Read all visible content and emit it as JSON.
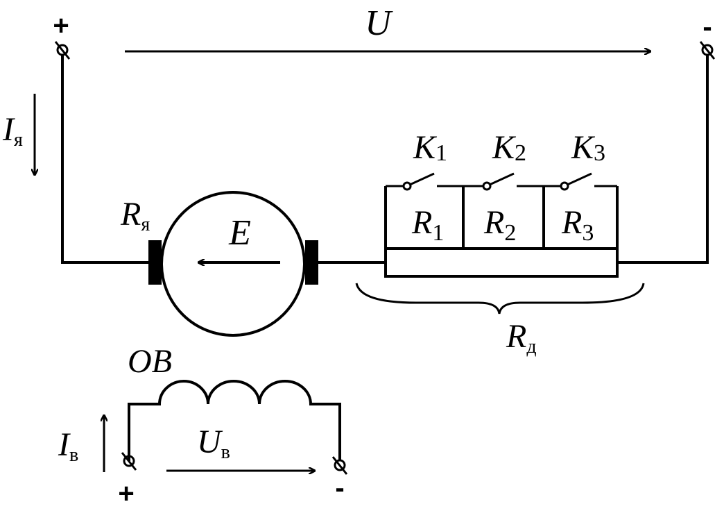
{
  "labels": {
    "supply_plus": "+",
    "supply_minus": "-",
    "voltage": "U",
    "armature_current": {
      "main": "I",
      "sub": "я"
    },
    "armature_resistance": {
      "main": "R",
      "sub": "я"
    },
    "emf": "E",
    "switches": [
      {
        "main": "K",
        "sub": "1"
      },
      {
        "main": "K",
        "sub": "2"
      },
      {
        "main": "K",
        "sub": "3"
      }
    ],
    "resistors": [
      {
        "main": "R",
        "sub": "1"
      },
      {
        "main": "R",
        "sub": "2"
      },
      {
        "main": "R",
        "sub": "3"
      }
    ],
    "added_resistance": {
      "main": "R",
      "sub": "д"
    },
    "field_winding": "ОВ",
    "field_current": {
      "main": "I",
      "sub": "в"
    },
    "field_voltage": {
      "main": "U",
      "sub": "в"
    },
    "field_plus": "+",
    "field_minus": "-"
  }
}
